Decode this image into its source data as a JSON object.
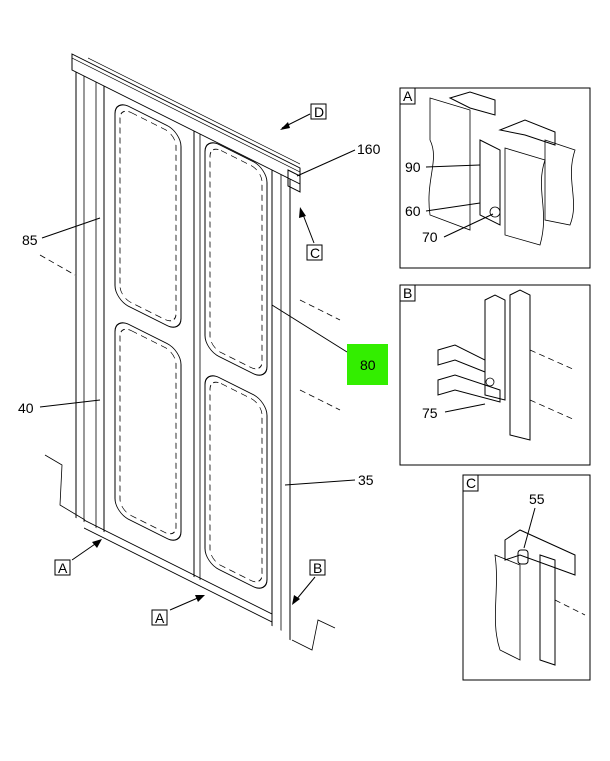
{
  "callouts": {
    "d": "D",
    "p160": "160",
    "c": "C",
    "p85": "85",
    "p80": "80",
    "p40": "40",
    "p35": "35",
    "a1": "A",
    "a2": "A",
    "b": "B"
  },
  "details": {
    "a": {
      "title": "A",
      "labels": [
        "90",
        "60",
        "70"
      ]
    },
    "b": {
      "title": "B",
      "labels": [
        "75"
      ]
    },
    "c": {
      "title": "C",
      "labels": [
        "55"
      ]
    }
  },
  "colors": {
    "highlight": "#33ee00"
  }
}
